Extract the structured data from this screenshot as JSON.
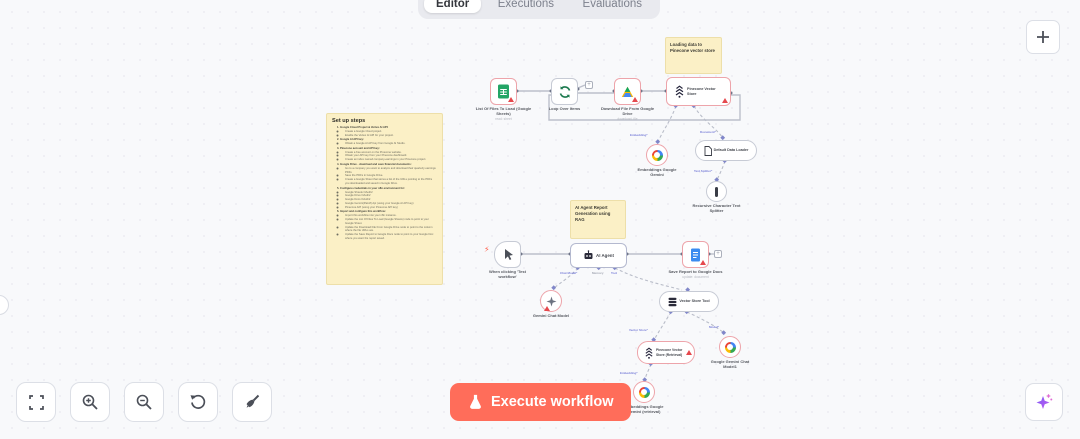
{
  "tabs": {
    "editor": "Editor",
    "executions": "Executions",
    "evaluations": "Evaluations"
  },
  "topbar": {
    "add_label": "+"
  },
  "execute_button": {
    "label": "Execute workflow"
  },
  "toolbar_icons": [
    "fit-view-icon",
    "zoom-in-icon",
    "zoom-out-icon",
    "reset-zoom-icon",
    "tidy-up-icon"
  ],
  "assistant_button": {
    "icon": "ai-sparkle-icon"
  },
  "colors": {
    "accent": "#ff6d5a",
    "sticky": "#fbf0c6",
    "warning": "#e5484d",
    "edge_label_blue": "#7b80d8"
  },
  "stickies": {
    "loading": {
      "text": "Loading data to Pinecone vector store"
    },
    "agent": {
      "text": "AI Agent Report Generation using RAG"
    },
    "setup": {
      "title": "Set up steps",
      "steps": [
        {
          "label": "Google Cloud Project & Vertex AI API:",
          "subs": [
            "Create a Google Cloud project.",
            "Enable the Vertex AI API for your project."
          ]
        },
        {
          "label": "Google AI API key:",
          "subs": [
            "Obtain a Google AI API key from Google AI Studio."
          ]
        },
        {
          "label": "Pinecone account and API key:",
          "subs": [
            "Create a free account on the Pinecone website.",
            "Obtain your API key from your Pinecone dashboard.",
            "Create an index named company-earnings in your Pinecone project."
          ]
        },
        {
          "label": "Google Drive - download and save financial documents:",
          "subs": [
            "Go to a company you want to analyze and download their quarterly earnings PDFs",
            "Save the PDFs in Google Drive.",
            "Create a Google Sheet that stores a list of the URLs pointing to the PDFs you downloaded and saved in Google Drive."
          ]
        },
        {
          "label": "Configure credentials in your n8n environment for:",
          "subs": [
            "Google Sheets OAuth2",
            "Google Drive OAuth2",
            "Google Docs OAuth2",
            "Google Gemini(PaLM) Api (using your Google AI API key)",
            "Pinecone API (using your Pinecone API key)"
          ]
        },
        {
          "label": "Import and configure this workflow:",
          "subs": [
            "Import this workflow into your n8n instance.",
            "Update the List Of Files To Load (Google Sheets) node to point to your Google Sheet.",
            "Update the Download File From Google Drive node to point to the column where the file URLs are.",
            "Update the Save Report to Google Docs node to point to your Google Doc where you want the report saved."
          ]
        }
      ]
    }
  },
  "nodes": {
    "sheets": {
      "label": "List Of Files To Load (Google Sheets)",
      "sublabel": "read: sheet"
    },
    "loop": {
      "label": "Loop Over Items"
    },
    "drive": {
      "label": "Download File From Google Drive",
      "sublabel": "download: file"
    },
    "pinecone": {
      "label": "Pinecone Vector Store"
    },
    "embeddings1": {
      "label": "Embeddings Google Gemini"
    },
    "loader": {
      "label": "Default Data Loader"
    },
    "splitter": {
      "label": "Recursive Character Text Splitter"
    },
    "trigger": {
      "label": "When clicking 'Test workflow'"
    },
    "agent": {
      "label": "AI Agent"
    },
    "savedocs": {
      "label": "Save Report to Google Docs",
      "sublabel": "update: document"
    },
    "geminichat": {
      "label": "Gemini Chat Model"
    },
    "vstool": {
      "label": "Vector Store Tool"
    },
    "pineconeretr": {
      "label": "Pinecone Vector Store (Retrieval)"
    },
    "geminichat1": {
      "label": "Google Gemini Chat Model1"
    },
    "embeddings2": {
      "label": "Embeddings Google Gemini (retrieval)"
    }
  },
  "edge_labels": {
    "embedding_top": "Embedding*",
    "document_top": "Document*",
    "text_splitter": "Text Splitter*",
    "chat_model": "Chat Model*",
    "memory": "Memory",
    "tool": "Tool",
    "vector_store": "Vector Store*",
    "model": "Model*",
    "embedding_retr": "Embedding*"
  }
}
